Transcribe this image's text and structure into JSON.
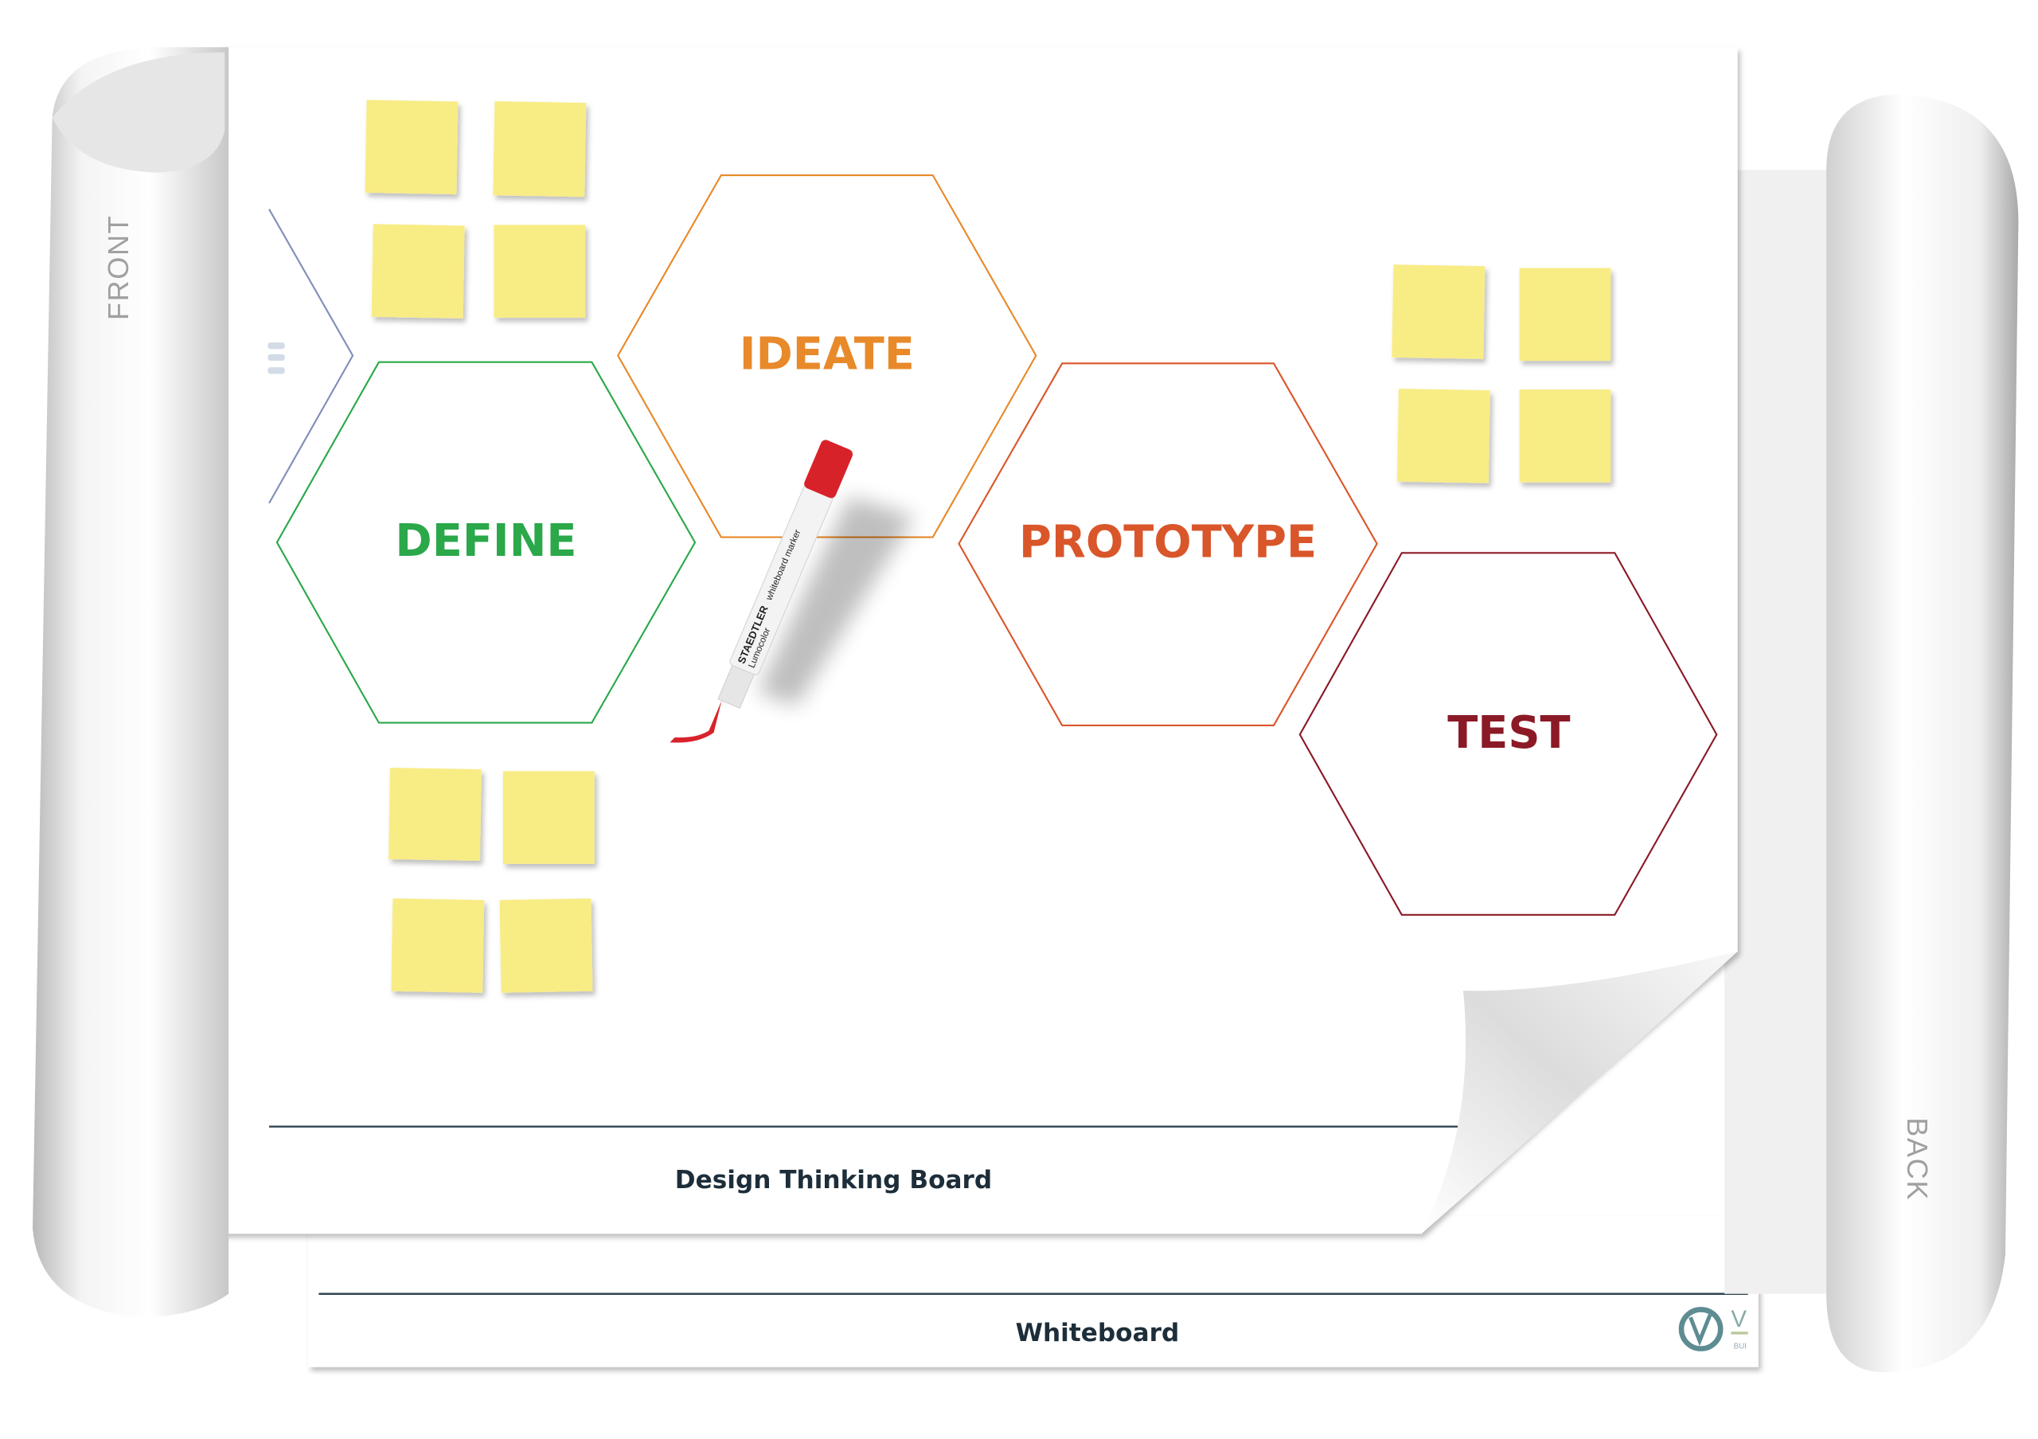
{
  "roll": {
    "front_label": "FRONT",
    "back_label": "BACK"
  },
  "front_sheet": {
    "title": "Design Thinking Board",
    "stages": [
      {
        "label": "DEFINE",
        "color": "#2aa84a"
      },
      {
        "label": "IDEATE",
        "color": "#e8892a"
      },
      {
        "label": "PROTOTYPE",
        "color": "#d9562a"
      },
      {
        "label": "TEST",
        "color": "#8b1a26"
      }
    ],
    "partial_stage_color": "#7f8fb8",
    "sticky_note_color": "#f8ec85"
  },
  "back_sheet": {
    "title": "Whiteboard",
    "logo_text": "V",
    "logo_subtext": "BUI",
    "logo_color": "#5d8c92"
  },
  "marker": {
    "brand": "STAEDTLER",
    "product": "Lumocolor",
    "type": "whiteboard marker",
    "color": "#d8222a"
  }
}
